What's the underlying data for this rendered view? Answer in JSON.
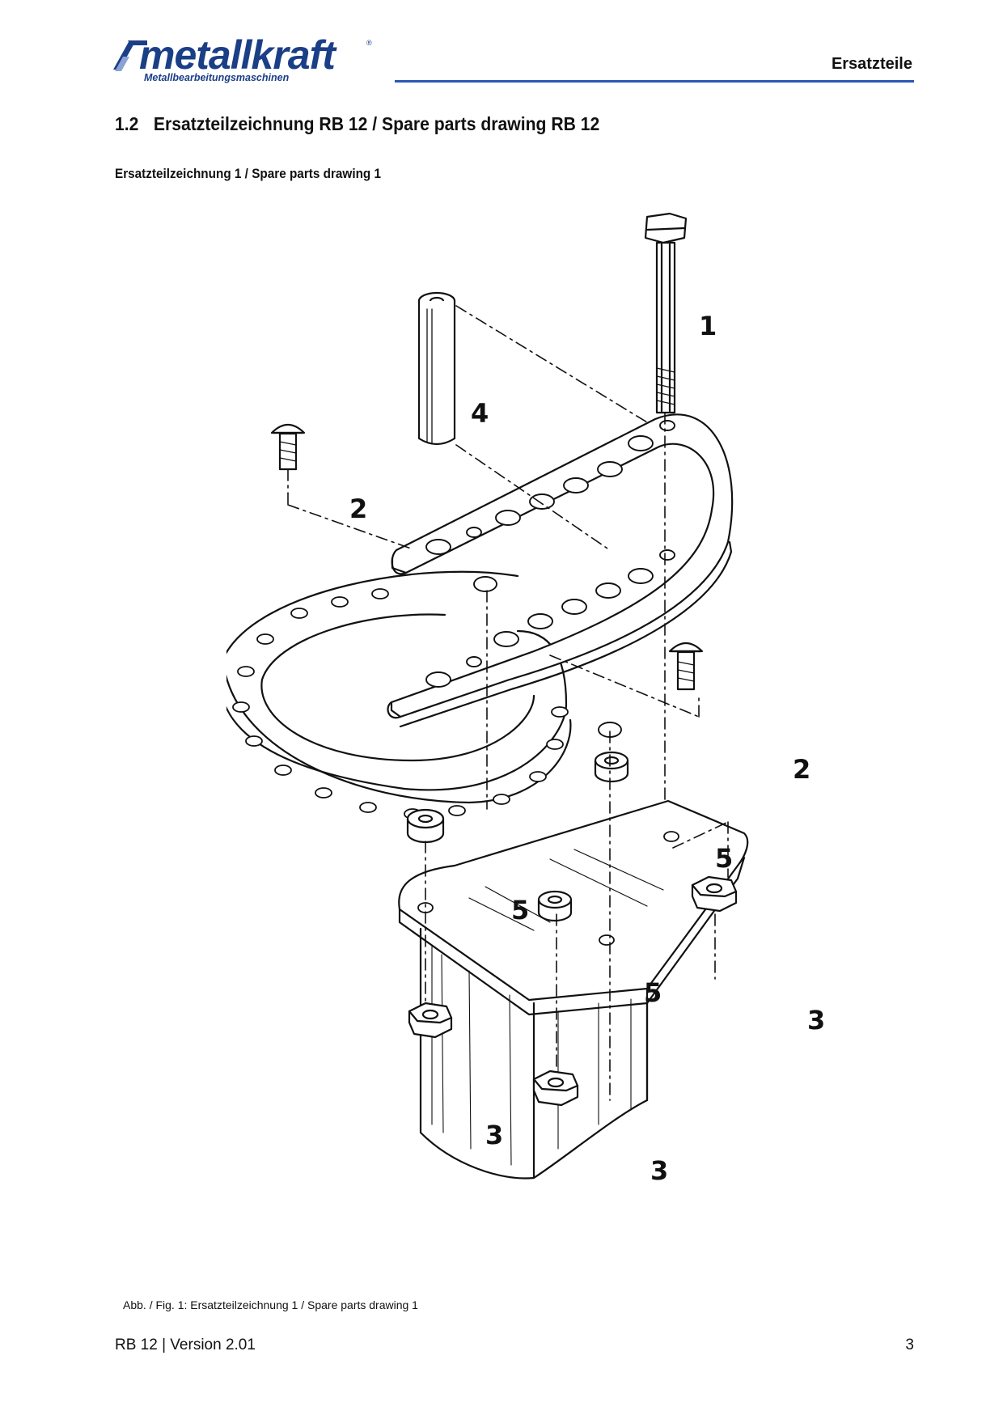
{
  "header": {
    "logo_word": "metallkraft",
    "logo_sub": "Metallbearbeitungsmaschinen",
    "logo_reg": "®",
    "section_label": "Ersatzteile",
    "accent_color": "#2a56b5"
  },
  "section": {
    "number": "1.2",
    "title": "Ersatzteilzeichnung RB 12 / Spare parts drawing RB 12"
  },
  "subheading": "Ersatzteilzeichnung 1 / Spare parts drawing 1",
  "drawing": {
    "part_labels": [
      "1",
      "4",
      "2",
      "2",
      "5",
      "5",
      "5",
      "3",
      "3",
      "3"
    ]
  },
  "caption": "Abb. / Fig. 1: Ersatzteilzeichnung 1 / Spare parts drawing 1",
  "footer": {
    "doc_version": "RB 12 | Version 2.01",
    "page_number": "3"
  }
}
